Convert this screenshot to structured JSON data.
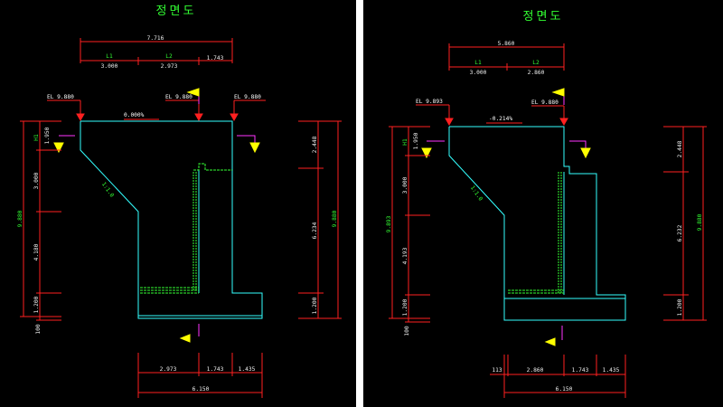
{
  "left": {
    "title": "정면도",
    "top_total": "7.716",
    "L1_label": "L1",
    "L2_label": "L2",
    "top_seg1": "3.000",
    "top_seg2": "2.973",
    "top_seg3": "1.743",
    "el_left": "EL 9.880",
    "el_mid": "EL 9.880",
    "el_right": "EL 9.880",
    "slope": "0.000%",
    "haunch": "1:1.0",
    "h1_label": "H1",
    "left_dims": [
      "1.950",
      "3.000",
      "4.180",
      "1.200"
    ],
    "left_total": "9.880",
    "left_bottom": "100",
    "right_dims": [
      "2.448",
      "6.234",
      "1.200"
    ],
    "right_total": "9.880",
    "bot_seg1": "2.973",
    "bot_seg2": "1.743",
    "bot_seg3": "1.435",
    "bot_total": "6.150"
  },
  "right": {
    "title": "정면도",
    "top_total": "5.860",
    "L1_label": "L1",
    "L2_label": "L2",
    "top_seg1": "3.000",
    "top_seg2": "2.860",
    "el_left": "EL 9.893",
    "el_mid": "EL 9.880",
    "slope": "-0.214%",
    "haunch": "1:1.0",
    "h1_label": "H1",
    "left_dims": [
      "1.950",
      "3.000",
      "4.193",
      "1.200"
    ],
    "left_total": "9.893",
    "left_bottom": "100",
    "right_dims": [
      "2.448",
      "6.232",
      "1.200"
    ],
    "right_total": "9.880",
    "bot_seg0": "113",
    "bot_seg1": "2.860",
    "bot_seg2": "1.743",
    "bot_seg3": "1.435",
    "bot_total": "6.150"
  },
  "colors": {
    "background": "#000000",
    "separator": "#ffffff",
    "dimension": "#ff2020",
    "outline": "#33ffff",
    "rebar": "#33ff33",
    "marker": "#ffff00",
    "leader": "#ff33ff"
  }
}
